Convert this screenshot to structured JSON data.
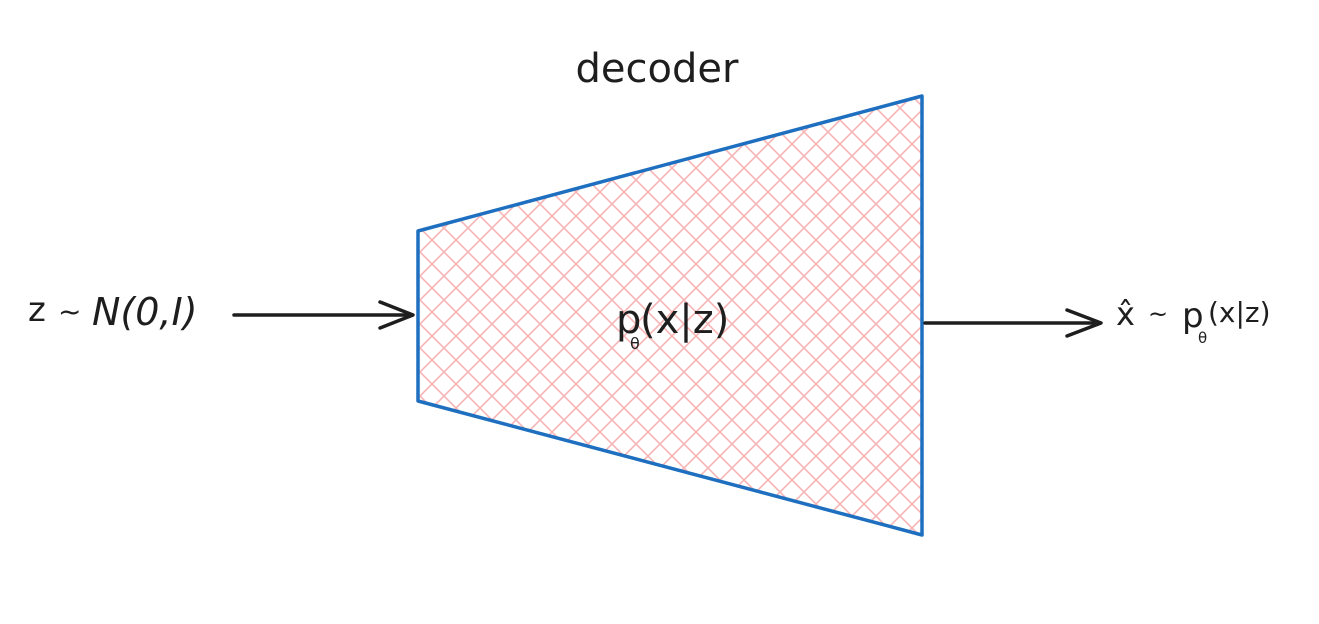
{
  "title": "decoder",
  "input_label": {
    "var": "z",
    "rel": "~",
    "dist": "N(0,I)"
  },
  "center_label": {
    "fn": "p",
    "sub": "θ",
    "args": "(x|z)"
  },
  "output_label": {
    "var": "x̂",
    "rel": "~",
    "fn": "p",
    "sub": "θ",
    "args": "(x|z)"
  },
  "colors": {
    "stroke": "#1e6fbf",
    "hatch": "#f7b4b4",
    "arrow": "#1e1e1e",
    "text": "#1e1e1e"
  }
}
